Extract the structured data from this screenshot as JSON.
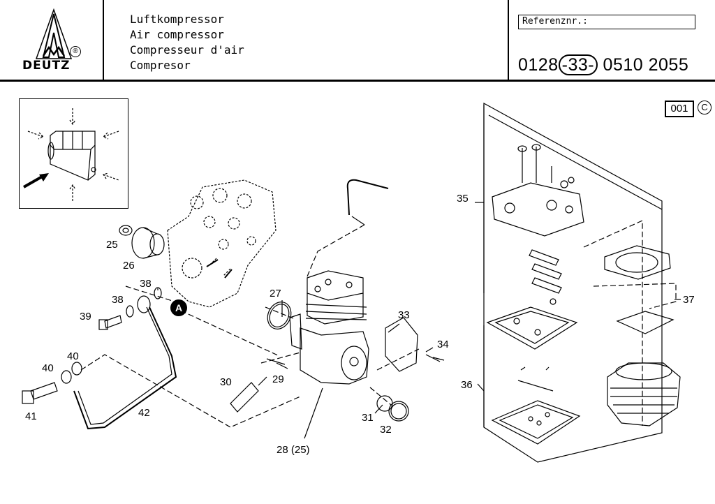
{
  "header": {
    "brand": "DEUTZ",
    "reg_mark": "®",
    "titles": [
      "Luftkompressor",
      "Air compressor",
      "Compresseur d'air",
      "Compresor"
    ],
    "ref_label": "Referenznr.:",
    "ref_prefix": "0128",
    "ref_group": "-33-",
    "ref_suffix": "0510 2055"
  },
  "page": {
    "sheet": "001",
    "copyright": "C"
  },
  "marker": "A",
  "callouts": [
    "25",
    "26",
    "38",
    "38",
    "39",
    "40",
    "40",
    "41",
    "42",
    "27",
    "28 (25)",
    "29",
    "30",
    "31",
    "32",
    "33",
    "34",
    "35",
    "36",
    "37"
  ]
}
